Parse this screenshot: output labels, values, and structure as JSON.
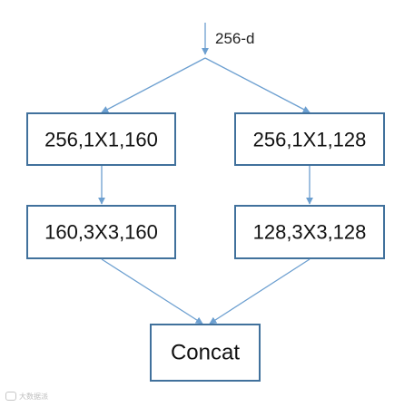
{
  "diagram": {
    "input_label": "256-d",
    "left_branch": {
      "conv1_label": "256,1X1,160",
      "conv2_label": "160,3X3,160"
    },
    "right_branch": {
      "conv1_label": "256,1X1,128",
      "conv2_label": "128,3X3,128"
    },
    "concat_label": "Concat"
  },
  "colors": {
    "box_border": "#41719c",
    "arrow": "#6c9fd0"
  },
  "watermark": {
    "text": "大数据派"
  }
}
